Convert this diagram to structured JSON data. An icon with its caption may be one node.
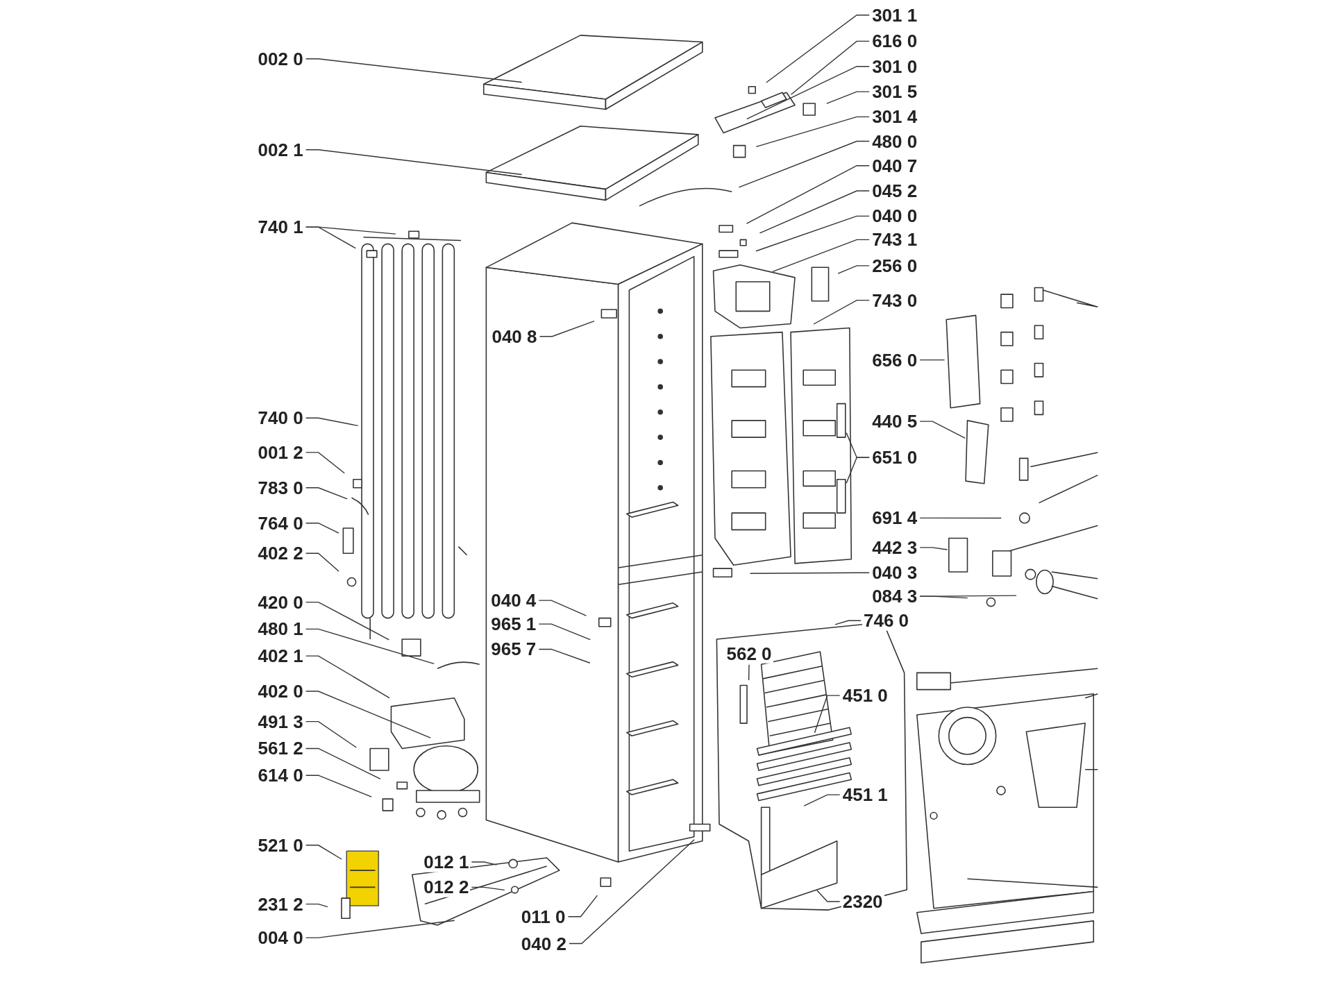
{
  "diagram": {
    "nodes": [
      {
        "text": [
          "002 0"
        ]
      },
      {
        "text": [
          "002 1"
        ]
      },
      {
        "text": [
          "740 1"
        ]
      },
      {
        "text": [
          "040 8"
        ]
      },
      {
        "text": [
          "740 0"
        ]
      },
      {
        "text": [
          "001 2"
        ]
      },
      {
        "text": [
          "783 0"
        ]
      },
      {
        "text": [
          "764 0"
        ]
      },
      {
        "text": [
          "402 2"
        ]
      },
      {
        "text": [
          "420 0"
        ]
      },
      {
        "text": [
          "480 1"
        ]
      },
      {
        "text": [
          "402 1"
        ]
      },
      {
        "text": [
          "402 0"
        ]
      },
      {
        "text": [
          "491 3"
        ]
      },
      {
        "text": [
          "561 2"
        ]
      },
      {
        "text": [
          "614 0"
        ]
      },
      {
        "text": [
          "040 4"
        ]
      },
      {
        "text": [
          "965 1"
        ]
      },
      {
        "text": [
          "965 7"
        ]
      },
      {
        "text": [
          "521 0"
        ]
      },
      {
        "text": [
          "012 1"
        ]
      },
      {
        "text": [
          "012 2"
        ]
      },
      {
        "text": [
          "231 2"
        ]
      },
      {
        "text": [
          "004 0"
        ]
      },
      {
        "text": [
          "011 0"
        ]
      },
      {
        "text": [
          "040 2"
        ]
      },
      {
        "text": [
          "562 0"
        ]
      },
      {
        "text": [
          "451 0"
        ]
      },
      {
        "text": [
          "451 1"
        ]
      },
      {
        "text": [
          "2320"
        ]
      },
      {
        "text": [
          "746 0"
        ]
      },
      {
        "text": [
          "301 1"
        ]
      },
      {
        "text": [
          "616 0"
        ]
      },
      {
        "text": [
          "301 0"
        ]
      },
      {
        "text": [
          "301 5"
        ]
      },
      {
        "text": [
          "301 4"
        ]
      },
      {
        "text": [
          "480 0"
        ]
      },
      {
        "text": [
          "040 7"
        ]
      },
      {
        "text": [
          "045 2"
        ]
      },
      {
        "text": [
          "040 0"
        ]
      },
      {
        "text": [
          "743 1"
        ]
      },
      {
        "text": [
          "256 0"
        ]
      },
      {
        "text": [
          "743 0"
        ]
      },
      {
        "text": [
          "656 0"
        ]
      },
      {
        "text": [
          "440 5"
        ]
      },
      {
        "text": [
          "651 0"
        ]
      },
      {
        "text": [
          "691 4"
        ]
      },
      {
        "text": [
          "442 3"
        ]
      },
      {
        "text": [
          "040 3"
        ]
      },
      {
        "text": [
          "084 3"
        ]
      }
    ],
    "edges": [
      {
        "from": 0,
        "to": null,
        "arrow": "none"
      },
      {
        "from": 1,
        "to": null,
        "arrow": "none"
      },
      {
        "from": 2,
        "to": null,
        "arrow": "none"
      },
      {
        "from": 2,
        "to": null,
        "arrow": "none"
      },
      {
        "from": 3,
        "to": null,
        "arrow": "none"
      },
      {
        "from": 4,
        "to": null,
        "arrow": "none"
      },
      {
        "from": 5,
        "to": null,
        "arrow": "none"
      },
      {
        "from": 6,
        "to": null,
        "arrow": "none"
      },
      {
        "from": 7,
        "to": null,
        "arrow": "none"
      },
      {
        "from": 8,
        "to": null,
        "arrow": "none"
      },
      {
        "from": 9,
        "to": null,
        "arrow": "none"
      },
      {
        "from": 10,
        "to": null,
        "arrow": "none"
      },
      {
        "from": 11,
        "to": null,
        "arrow": "none"
      },
      {
        "from": 12,
        "to": null,
        "arrow": "none"
      },
      {
        "from": 13,
        "to": null,
        "arrow": "none"
      },
      {
        "from": 14,
        "to": null,
        "arrow": "none"
      },
      {
        "from": 15,
        "to": null,
        "arrow": "none"
      },
      {
        "from": 16,
        "to": null,
        "arrow": "none"
      },
      {
        "from": 17,
        "to": null,
        "arrow": "none"
      },
      {
        "from": 18,
        "to": null,
        "arrow": "none"
      },
      {
        "from": 19,
        "to": null,
        "arrow": "none"
      },
      {
        "from": 20,
        "to": null,
        "arrow": "none"
      },
      {
        "from": 21,
        "to": null,
        "arrow": "none"
      },
      {
        "from": 22,
        "to": null,
        "arrow": "none"
      },
      {
        "from": 23,
        "to": null,
        "arrow": "none"
      },
      {
        "from": 24,
        "to": null,
        "arrow": "none"
      },
      {
        "from": 25,
        "to": null,
        "arrow": "none"
      },
      {
        "from": 26,
        "to": null,
        "arrow": "none"
      },
      {
        "from": 27,
        "to": null,
        "arrow": "none"
      },
      {
        "from": 28,
        "to": null,
        "arrow": "none"
      },
      {
        "from": 29,
        "to": null,
        "arrow": "none"
      },
      {
        "from": 30,
        "to": null,
        "arrow": "none"
      },
      {
        "from": 31,
        "to": null,
        "arrow": "none"
      },
      {
        "from": 32,
        "to": null,
        "arrow": "none"
      },
      {
        "from": 33,
        "to": null,
        "arrow": "none"
      },
      {
        "from": 34,
        "to": null,
        "arrow": "none"
      },
      {
        "from": 35,
        "to": null,
        "arrow": "none"
      },
      {
        "from": 36,
        "to": null,
        "arrow": "none"
      },
      {
        "from": 37,
        "to": null,
        "arrow": "none"
      },
      {
        "from": 38,
        "to": null,
        "arrow": "none"
      },
      {
        "from": 39,
        "to": null,
        "arrow": "none"
      },
      {
        "from": 40,
        "to": null,
        "arrow": "none"
      },
      {
        "from": 41,
        "to": null,
        "arrow": "none"
      },
      {
        "from": 42,
        "to": null,
        "arrow": "none"
      },
      {
        "from": 43,
        "to": null,
        "arrow": "none"
      },
      {
        "from": 44,
        "to": null,
        "arrow": "none"
      },
      {
        "from": 45,
        "to": null,
        "arrow": "none"
      },
      {
        "from": 45,
        "to": null,
        "arrow": "none"
      },
      {
        "from": 46,
        "to": null,
        "arrow": "none"
      },
      {
        "from": 47,
        "to": null,
        "arrow": "none"
      },
      {
        "from": 48,
        "to": null,
        "arrow": "none"
      },
      {
        "from": 49,
        "to": null,
        "arrow": "none"
      },
      {
        "from": 49,
        "to": null,
        "arrow": "none"
      }
    ]
  }
}
